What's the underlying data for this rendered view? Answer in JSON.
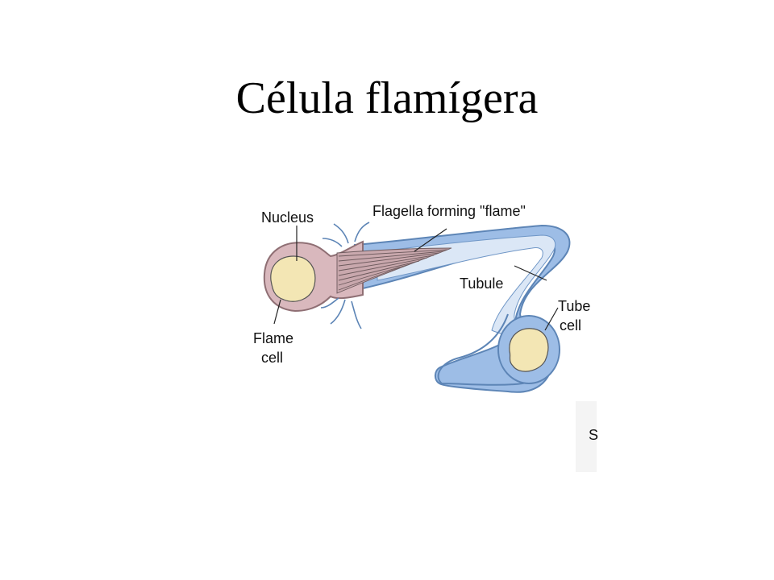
{
  "slide": {
    "title": "Célula flamígera"
  },
  "diagram": {
    "labels": {
      "nucleus": "Nucleus",
      "flagella": "Flagella forming \"flame\"",
      "tubule": "Tubule",
      "tube_cell_line1": "Tube",
      "tube_cell_line2": "cell",
      "flame_cell_line1": "Flame",
      "flame_cell_line2": "cell",
      "cropped_fragment": "S"
    },
    "colors": {
      "flame_cell": "#d9b8bd",
      "nucleus": "#f3e6b4",
      "tubule": "#9dbde6",
      "tubule_lumen": "#dbe7f6"
    }
  }
}
